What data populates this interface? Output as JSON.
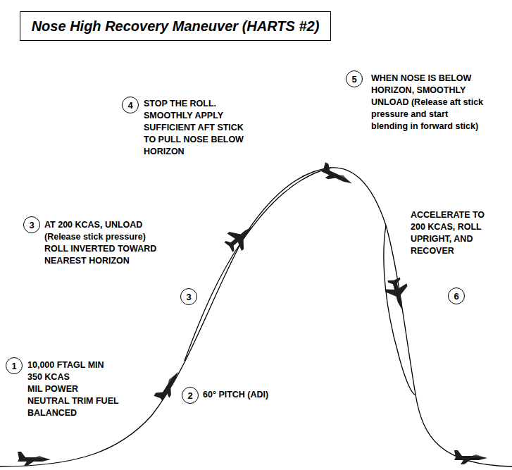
{
  "diagram": {
    "title": "Nose High Recovery Maneuver (HARTS #2)",
    "nodes": [
      {
        "text": [
          "1"
        ]
      },
      {
        "text": [
          "2"
        ]
      },
      {
        "text": [
          "3"
        ]
      },
      {
        "text": [
          "3"
        ]
      },
      {
        "text": [
          "4"
        ]
      },
      {
        "text": [
          "5"
        ]
      },
      {
        "text": [
          "6"
        ]
      }
    ],
    "edges": [],
    "labels": [
      "10,000 FTAGL MIN",
      "350 KCAS",
      "MIL POWER",
      "NEUTRAL TRIM FUEL",
      "BALANCED",
      "60° PITCH (ADI)",
      "AT 200 KCAS, UNLOAD",
      "(Release stick pressure)",
      "ROLL INVERTED TOWARD",
      "NEAREST HORIZON",
      "STOP THE ROLL.",
      "SMOOTHLY APPLY",
      "SUFFICIENT AFT STICK",
      "TO PULL NOSE BELOW",
      "HORIZON",
      "WHEN NOSE IS BELOW",
      "HORIZON, SMOOTHLY",
      "UNLOAD (Release aft stick",
      "pressure and start",
      "blending in forward stick)",
      "ACCELERATE TO",
      "200 KCAS, ROLL",
      "UPRIGHT, AND",
      "RECOVER"
    ]
  }
}
